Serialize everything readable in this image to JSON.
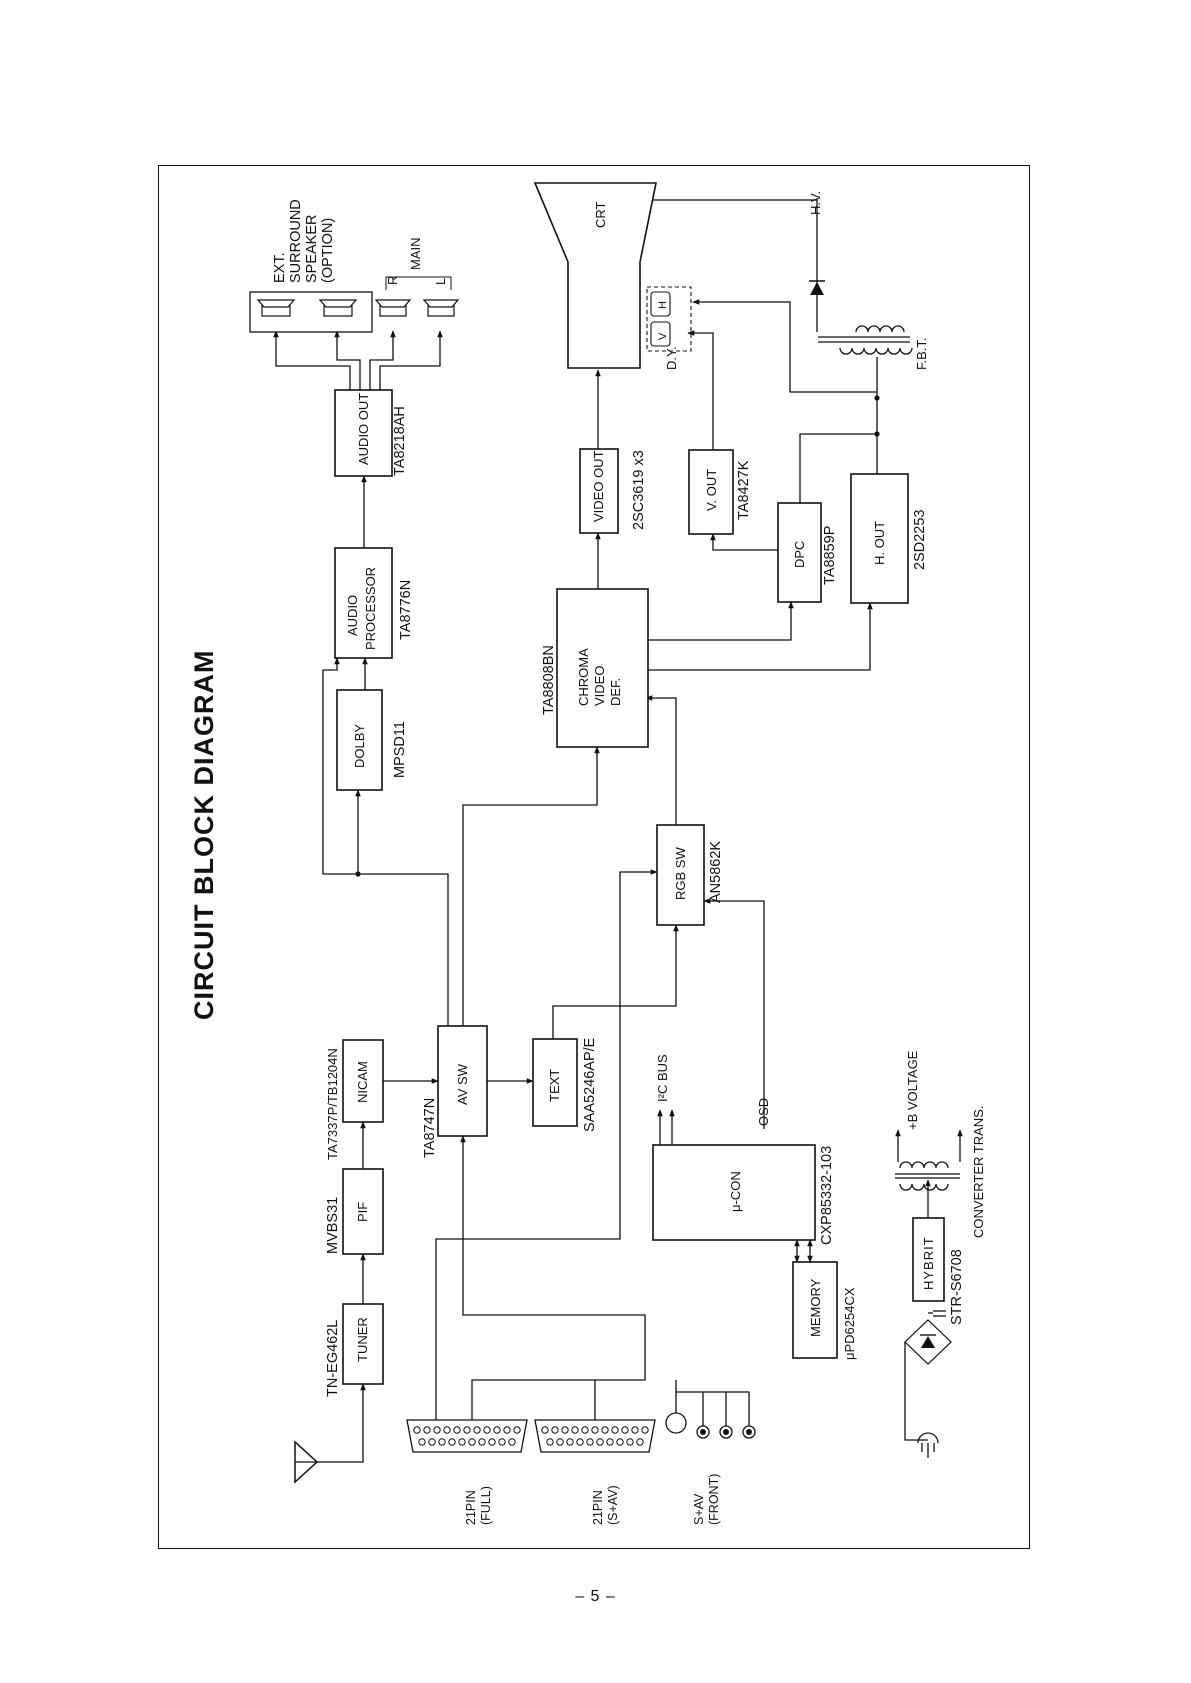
{
  "title": "CIRCUIT BLOCK DIAGRAM",
  "page_number": "– 5 –",
  "blocks": {
    "tuner": {
      "label": "TUNER",
      "ic": "TN-EG462L"
    },
    "pif": {
      "label": "PIF",
      "ic": "MVBS31"
    },
    "nicam": {
      "label": "NICAM",
      "ic": "TA7337P/TB1204N"
    },
    "av_sw": {
      "label": "AV SW",
      "ic": "TA8747N"
    },
    "text": {
      "label": "TEXT",
      "ic": "SAA5246AP/E"
    },
    "dolby": {
      "label": "DOLBY",
      "ic": "MPSD11"
    },
    "audio_processor": {
      "label1": "AUDIO",
      "label2": "PROCESSOR",
      "ic": "TA8776N"
    },
    "audio_out": {
      "label": "AUDIO OUT",
      "ic": "TA8218AH"
    },
    "chroma": {
      "label1": "CHROMA",
      "label2": "VIDEO",
      "label3": "DEF.",
      "ic": "TA8808BN"
    },
    "video_out": {
      "label": "VIDEO OUT",
      "ic": "2SC3619 x3"
    },
    "v_out": {
      "label": "V. OUT",
      "ic": "TA8427K"
    },
    "dpc": {
      "label": "DPC",
      "ic": "TA8859P"
    },
    "h_out": {
      "label": "H. OUT",
      "ic": "2SD2253"
    },
    "rgb_sw": {
      "label": "RGB SW",
      "ic": "AN5862K"
    },
    "micon": {
      "label": "μ-CON",
      "ic": "CXP85332-103"
    },
    "memory": {
      "label": "MEMORY",
      "ic": "μPD6254CX"
    },
    "hybrit": {
      "label": "HYBRIT",
      "ic": "STR-S6708"
    },
    "crt": {
      "label": "CRT"
    }
  },
  "labels": {
    "i2c_bus": "I²C BUS",
    "osd": "OSD",
    "dy": "D.Y.",
    "v": "V",
    "h": "H",
    "hv": "H.V.",
    "fbt": "F.B.T.",
    "plus_b": "+B VOLTAGE",
    "converter": "CONVERTER TRANS.",
    "speaker_r": "R",
    "speaker_l": "L",
    "main": "MAIN",
    "ext_surround": [
      "EXT.",
      "SURROUND",
      "SPEAKER",
      "(OPTION)"
    ],
    "pin21_full": [
      "21PIN",
      "(FULL)"
    ],
    "pin21_sav": [
      "21PIN",
      "(S+AV)"
    ],
    "sav_front": [
      "S+AV",
      "(FRONT)"
    ]
  }
}
